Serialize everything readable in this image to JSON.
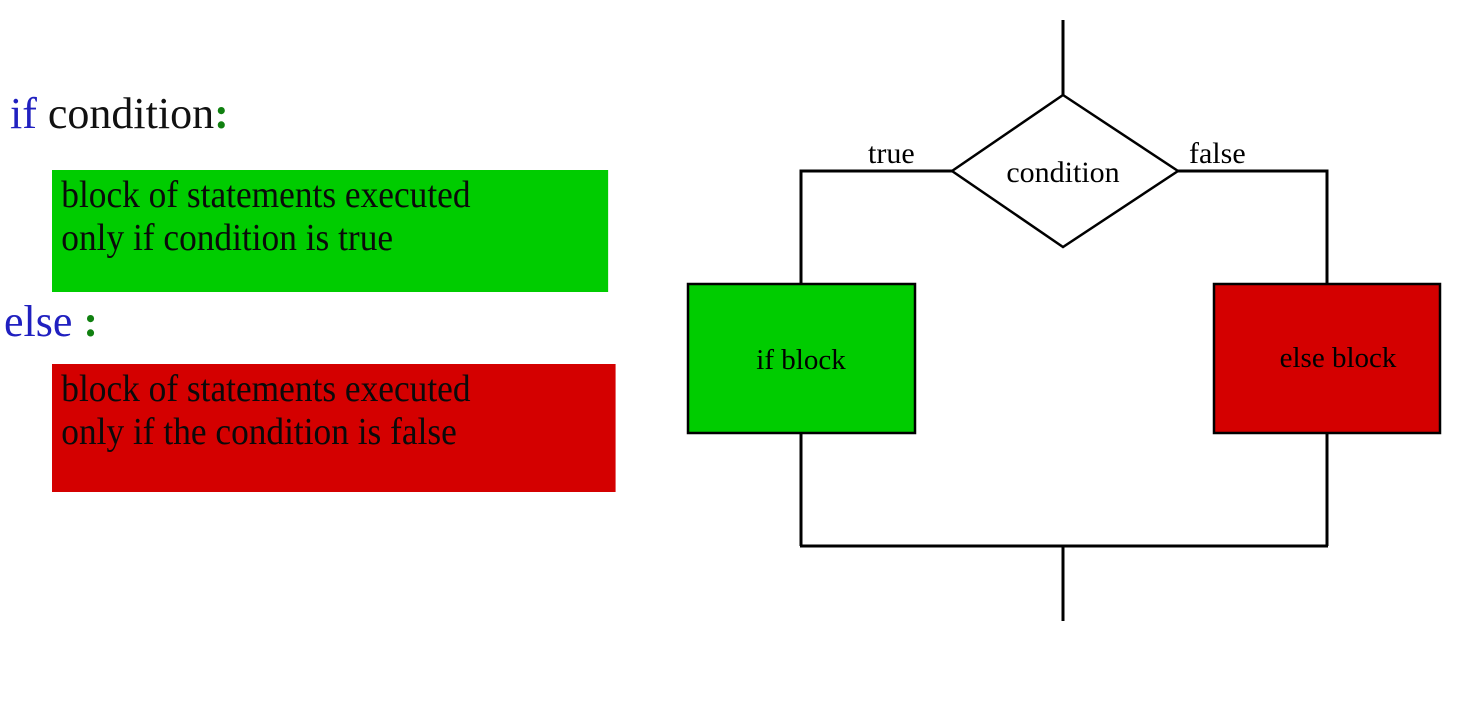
{
  "code": {
    "if_keyword": "if",
    "if_expression": "condition",
    "if_colon": ":",
    "if_block_text_line1": "block of statements executed",
    "if_block_text_line2": "only if condition is true",
    "else_keyword": "else",
    "else_colon": ":",
    "else_block_text_line1": "block of statements executed",
    "else_block_text_line2": "only if the condition is false"
  },
  "flowchart": {
    "decision_label": "condition",
    "true_edge_label": "true",
    "false_edge_label": "false",
    "if_block_label": "if block",
    "else_block_label": "else block"
  },
  "colors": {
    "true_branch": "#00CC00",
    "false_branch": "#D40000",
    "keyword": "#2020C0",
    "colon": "#108010",
    "line": "#000000",
    "background": "#FFFFFF"
  }
}
